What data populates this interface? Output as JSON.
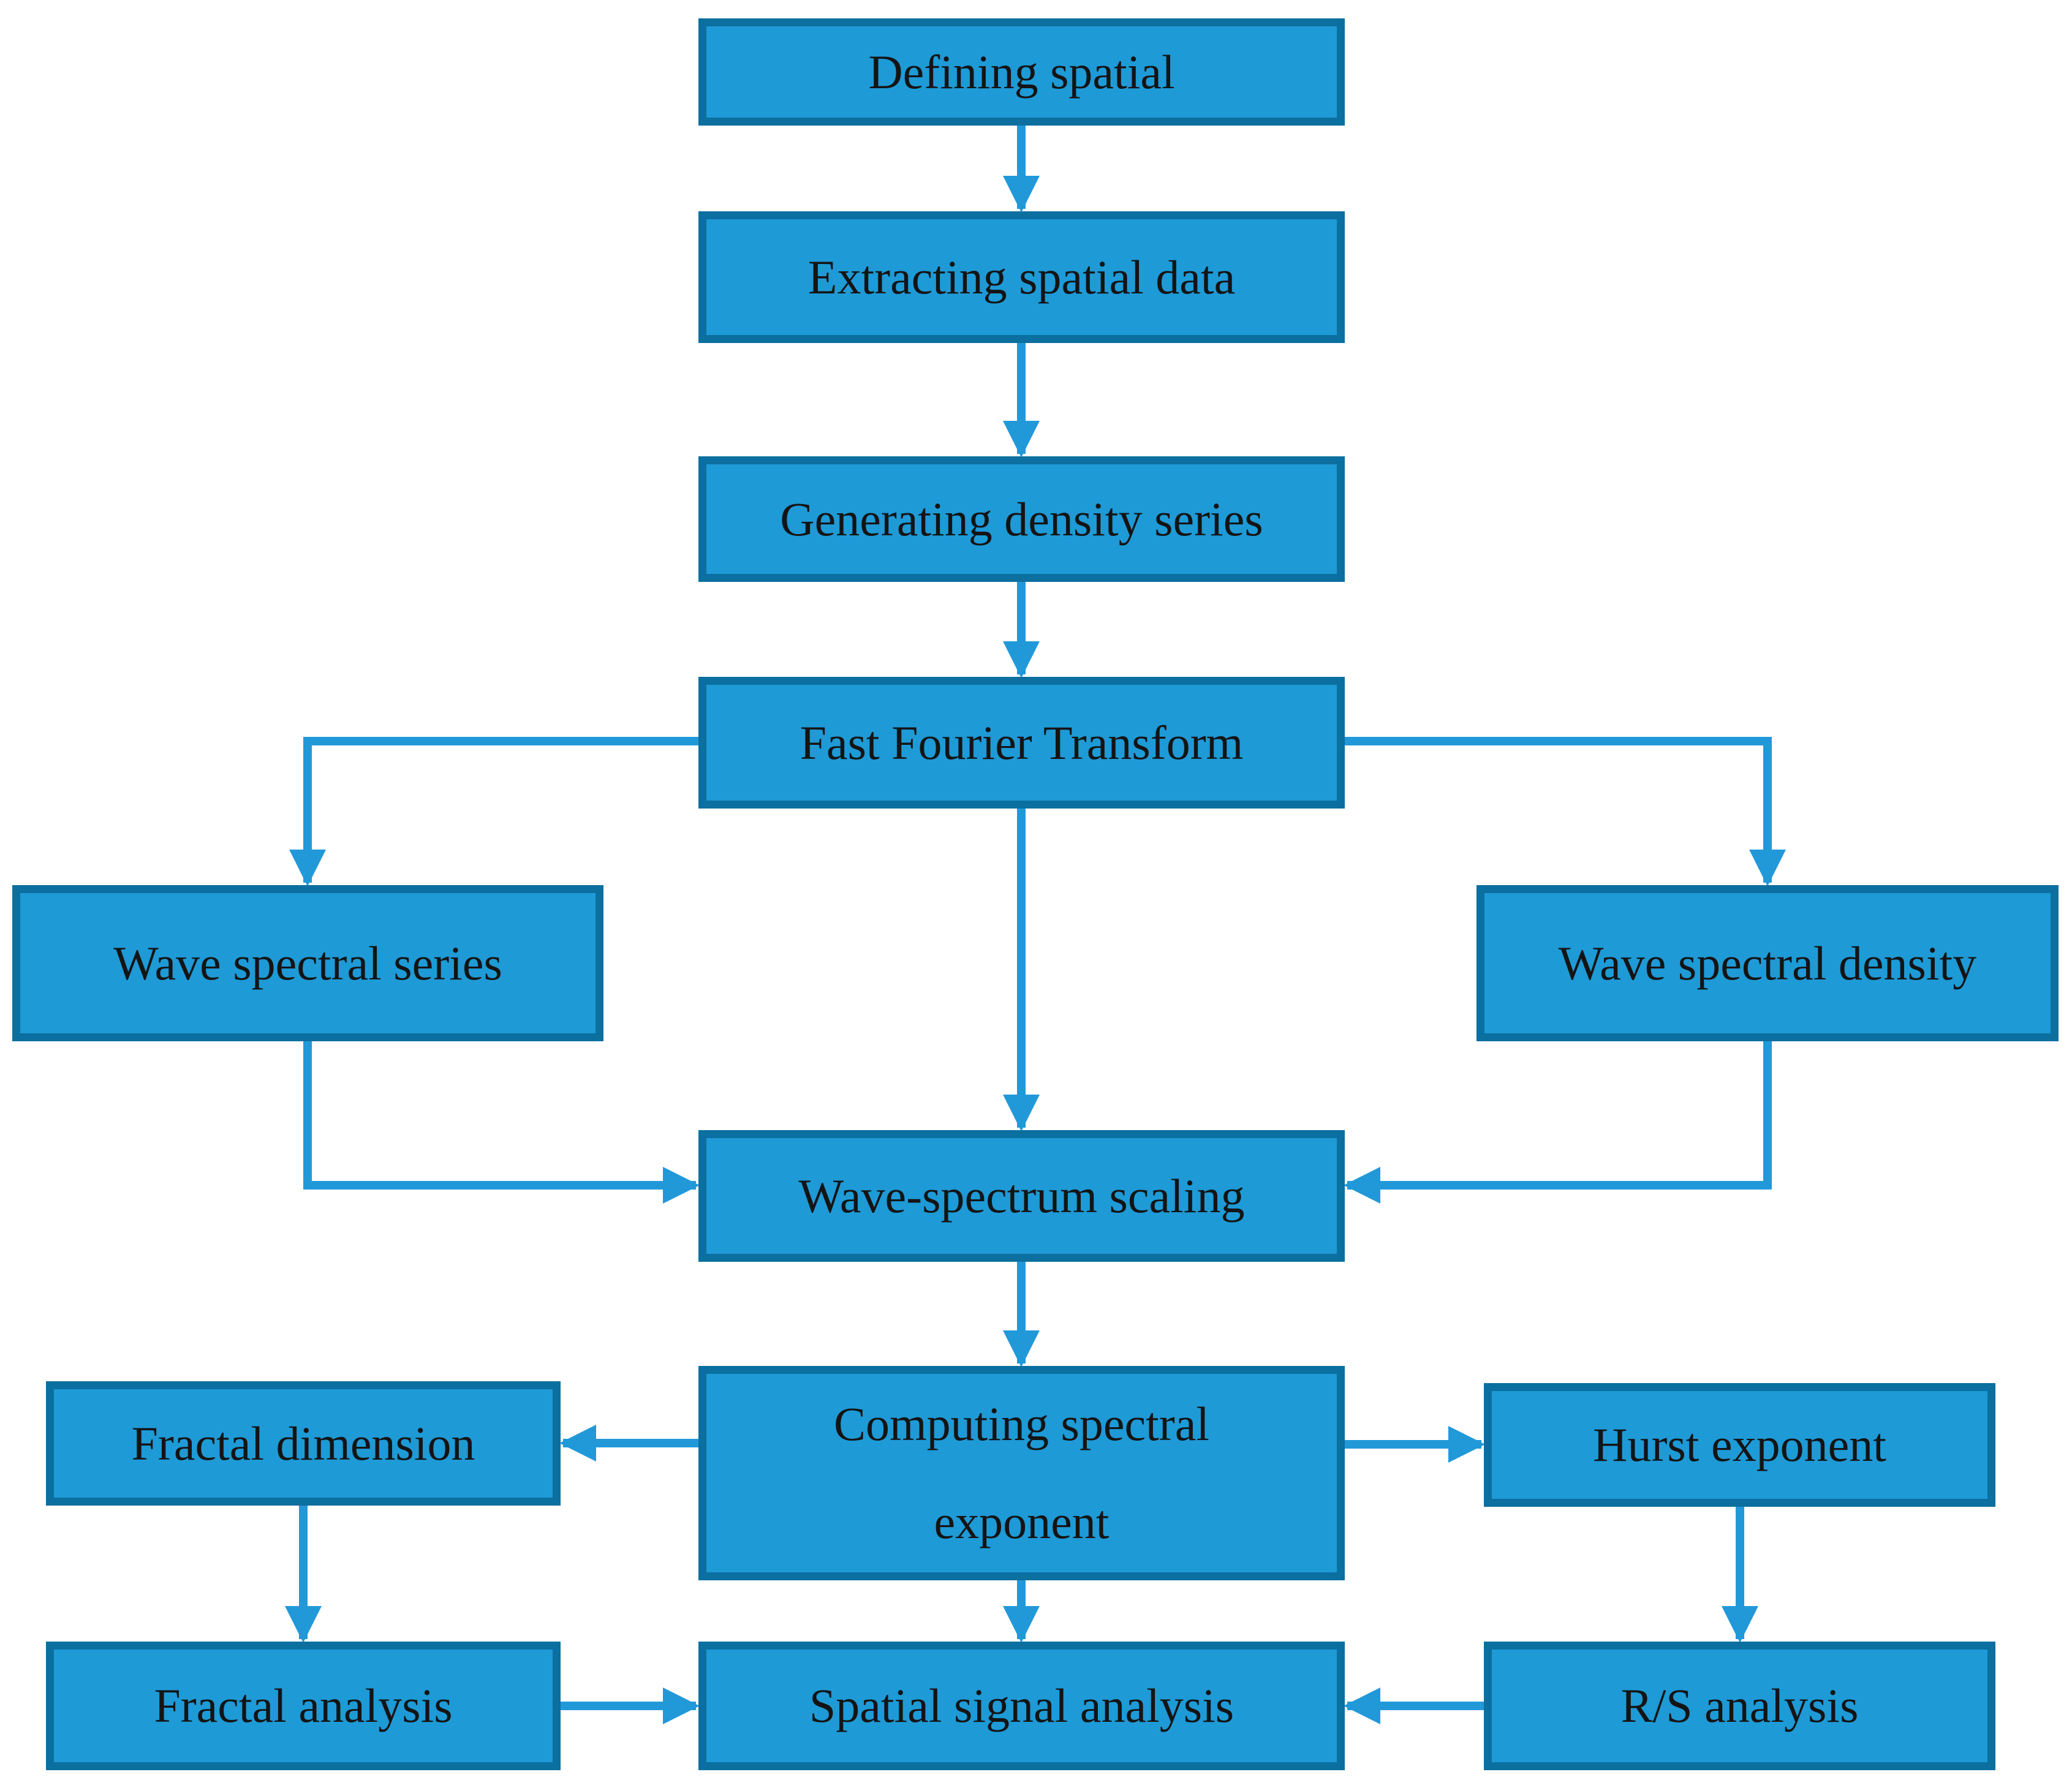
{
  "flowchart": {
    "nodes": {
      "defining_spatial": {
        "label": "Defining spatial"
      },
      "extracting_spatial_data": {
        "label": "Extracting spatial data"
      },
      "generating_density_series": {
        "label": "Generating density series"
      },
      "fast_fourier_transform": {
        "label": "Fast Fourier Transform"
      },
      "wave_spectral_series": {
        "label": "Wave spectral series"
      },
      "wave_spectral_density": {
        "label": "Wave spectral density"
      },
      "wave_spectrum_scaling": {
        "label": "Wave-spectrum scaling"
      },
      "computing_spectral_exponent": {
        "label": "Computing spectral exponent"
      },
      "fractal_dimension": {
        "label": "Fractal dimension"
      },
      "hurst_exponent": {
        "label": "Hurst exponent"
      },
      "fractal_analysis": {
        "label": "Fractal analysis"
      },
      "spatial_signal_analysis": {
        "label": "Spatial signal analysis"
      },
      "rs_analysis": {
        "label": "R/S analysis"
      }
    },
    "edges": [
      {
        "from": "defining_spatial",
        "to": "extracting_spatial_data"
      },
      {
        "from": "extracting_spatial_data",
        "to": "generating_density_series"
      },
      {
        "from": "generating_density_series",
        "to": "fast_fourier_transform"
      },
      {
        "from": "fast_fourier_transform",
        "to": "wave_spectral_series"
      },
      {
        "from": "fast_fourier_transform",
        "to": "wave_spectrum_scaling"
      },
      {
        "from": "fast_fourier_transform",
        "to": "wave_spectral_density"
      },
      {
        "from": "wave_spectral_series",
        "to": "wave_spectrum_scaling"
      },
      {
        "from": "wave_spectral_density",
        "to": "wave_spectrum_scaling"
      },
      {
        "from": "wave_spectrum_scaling",
        "to": "computing_spectral_exponent"
      },
      {
        "from": "computing_spectral_exponent",
        "to": "fractal_dimension"
      },
      {
        "from": "computing_spectral_exponent",
        "to": "hurst_exponent"
      },
      {
        "from": "computing_spectral_exponent",
        "to": "spatial_signal_analysis"
      },
      {
        "from": "fractal_dimension",
        "to": "fractal_analysis"
      },
      {
        "from": "hurst_exponent",
        "to": "rs_analysis"
      },
      {
        "from": "fractal_analysis",
        "to": "spatial_signal_analysis"
      },
      {
        "from": "rs_analysis",
        "to": "spatial_signal_analysis"
      }
    ],
    "colors": {
      "box_fill": "#1E9AD6",
      "box_border": "#0B6FA0",
      "arrow_color": "#2199D9",
      "label_color": "#141414",
      "background": "#FFFFFF"
    }
  }
}
